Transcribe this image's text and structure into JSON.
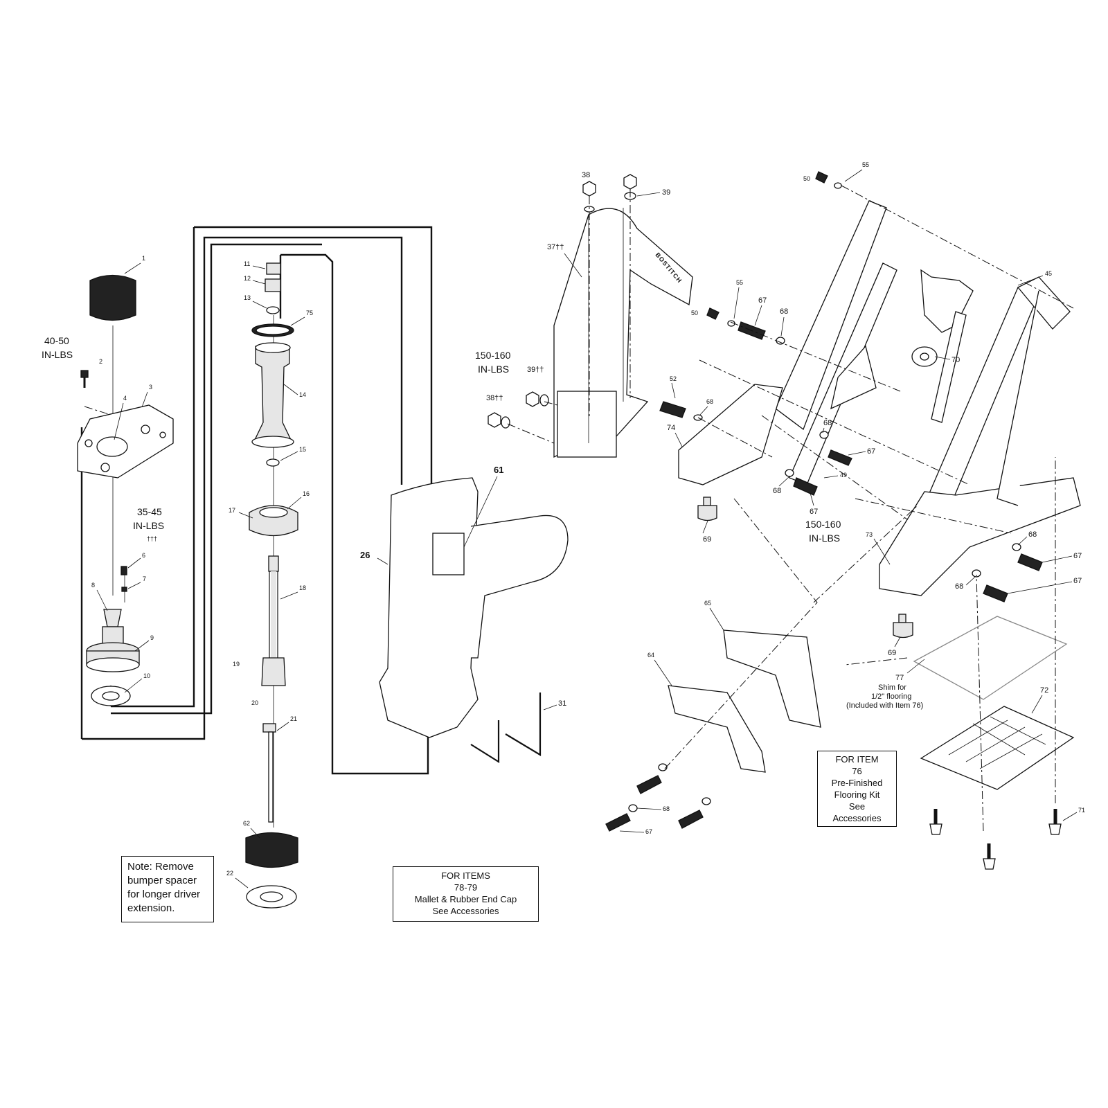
{
  "parts": {
    "p1": "1",
    "p2": "2",
    "p3": "3",
    "p4": "4",
    "p6": "6",
    "p7": "7",
    "p8": "8",
    "p9": "9",
    "p10": "10",
    "p11": "11",
    "p12": "12",
    "p13": "13",
    "p14": "14",
    "p15": "15",
    "p16": "16",
    "p17": "17",
    "p18": "18",
    "p19": "19",
    "p20": "20",
    "p21": "21",
    "p22": "22",
    "p26": "26",
    "p31": "31",
    "p37": "37††",
    "p38": "38",
    "p38b": "38††",
    "p39": "39",
    "p39b": "39††",
    "p45": "45",
    "p49": "49",
    "p50a": "50",
    "p50b": "50",
    "p52": "52",
    "p55a": "55",
    "p55b": "55",
    "p61": "61",
    "p62": "62",
    "p64": "64",
    "p65": "65",
    "p67a": "67",
    "p67b": "67",
    "p67c": "67",
    "p67d": "67",
    "p67e": "67",
    "p67f": "67",
    "p68a": "68",
    "p68b": "68",
    "p68c": "68",
    "p68d": "68",
    "p68e": "68",
    "p68f": "68",
    "p68g": "68",
    "p69a": "69",
    "p69b": "69",
    "p70": "70",
    "p71": "71",
    "p72": "72",
    "p73": "73",
    "p74": "74",
    "p75": "75",
    "p77": "77"
  },
  "torque": {
    "t1_value": "40-50",
    "t1_unit": "IN-LBS",
    "t2_value": "35-45",
    "t2_unit": "IN-LBS",
    "t2_mark": "†††",
    "t3_value": "150-160",
    "t3_unit": "IN-LBS",
    "t4_value": "150-160",
    "t4_unit": "IN-LBS"
  },
  "shim": {
    "line1": "Shim for",
    "line2": "1/2\" flooring",
    "line3": "(Included with Item 76)"
  },
  "brand": "BOSTITCH",
  "notes": {
    "remove": {
      "l1": "Note: Remove",
      "l2": "bumper spacer",
      "l3": "for longer driver",
      "l4": "extension."
    },
    "items7879": {
      "l1": "FOR ITEMS",
      "l2": "78-79",
      "l3": "Mallet & Rubber End Cap",
      "l4": "See Accessories"
    },
    "item76": {
      "l1": "FOR ITEM",
      "l2": "76",
      "l3": "Pre-Finished",
      "l4": "Flooring Kit",
      "l5": "See",
      "l6": "Accessories"
    }
  }
}
